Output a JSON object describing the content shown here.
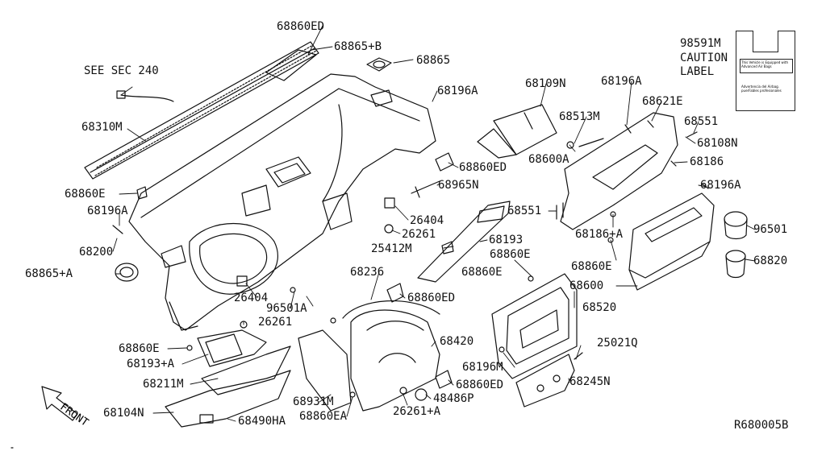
{
  "diagram": {
    "see_sec": "SEE SEC 240",
    "caution": {
      "part": "98591M",
      "line1": "CAUTION",
      "line2": "LABEL",
      "card_text": "This Vehicle is Equipped with Advanced Air Bags",
      "card_subtext": "Advertencia del Airbag. puerFables profesionales"
    },
    "front": "FRONT",
    "ref_code": "R680005B",
    "labels": [
      "68860ED",
      "68865+B",
      "68865",
      "68196A",
      "68310M",
      "68860E",
      "68196A",
      "68200",
      "68865+A",
      "26404",
      "68860ED",
      "68965N",
      "26404",
      "26261",
      "25412M",
      "68193",
      "68860E",
      "96501A",
      "26261",
      "68860E",
      "68193+A",
      "68211M",
      "68104N",
      "68931M",
      "68860EA",
      "68490HA",
      "68236",
      "68860ED",
      "68420",
      "68860ED",
      "48486P",
      "26261+A",
      "68109N",
      "68513M",
      "68600A",
      "68196A",
      "68621E",
      "68551",
      "68108N",
      "68186",
      "68196A",
      "68551",
      "68186+A",
      "68860E",
      "68600",
      "96501",
      "68820",
      "68860E",
      "68520",
      "25021Q",
      "68196M",
      "68245N"
    ]
  }
}
